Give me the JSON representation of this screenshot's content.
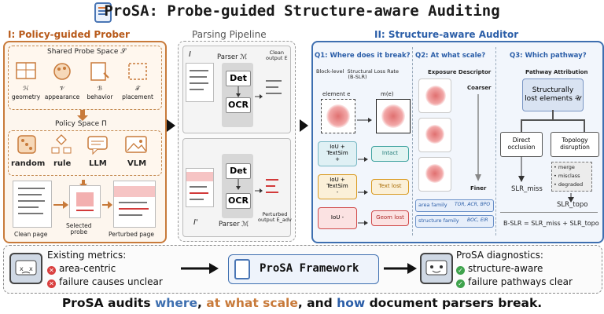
{
  "title": "ProSA: Probe-guided Structure-aware Auditing",
  "prober": {
    "heading": "I: Policy-guided Prober",
    "shared_space": "Shared Probe Space 𝒮",
    "factors": [
      {
        "symbol": "ℋ",
        "name": "geometry"
      },
      {
        "symbol": "𝒱",
        "name": "appearance"
      },
      {
        "symbol": "ℬ",
        "name": "behavior"
      },
      {
        "symbol": "𝒯",
        "name": "placement"
      }
    ],
    "policy_space": "Policy Space Π",
    "policies": [
      "random",
      "rule",
      "LLM",
      "VLM"
    ],
    "clean_page": "Clean page",
    "selected_probe": "Selected\nprobe",
    "perturbed_page": "Perturbed page"
  },
  "pipeline": {
    "heading": "Parsing Pipeline",
    "input_clean": "I",
    "input_perturbed": "I'",
    "parser_label": "Parser ℳ",
    "det": "Det",
    "ocr": "OCR",
    "clean_output": "Clean\noutput E",
    "perturbed_output": "Perturbed\noutput E_adv"
  },
  "auditor": {
    "heading": "II: Structure-aware Auditor",
    "q1": {
      "title": "Q1: Where does it break?",
      "subtitle": "Block-level  Structural Loss Rate\n(B-SLR)",
      "element": "element e",
      "mapped": "m(e)",
      "rules": [
        {
          "cond": "IoU +\nTextSim\n+",
          "result": "Intact",
          "color": "#3fa3a0"
        },
        {
          "cond": "IoU +\nTextSim\n-",
          "result": "Text lost",
          "color": "#d99a20"
        },
        {
          "cond": "IoU -",
          "result": "Geom lost",
          "color": "#d04a4a"
        }
      ]
    },
    "q2": {
      "title": "Q2: At what scale?",
      "descriptor": "Exposure Descriptor",
      "coarser": "Coarser",
      "finer": "Finer",
      "families": [
        {
          "name": "area family",
          "metrics": "TOR, ACR, BPO"
        },
        {
          "name": "structure family",
          "metrics": "BOC, EIR"
        }
      ]
    },
    "q3": {
      "title": "Q3: Which pathway?",
      "attribution": "Pathway Attribution",
      "lost": "Structurally\nlost elements 𝒰",
      "direct": "Direct\nocclusion",
      "topology": "Topology\ndisruption",
      "topo_items": [
        "merge",
        "misclass",
        "degraded"
      ],
      "slr_miss": "SLR_miss",
      "slr_topo": "SLR_topo",
      "formula": "B-SLR = SLR_miss + SLR_topo"
    }
  },
  "bottom": {
    "existing_heading": "Existing metrics:",
    "existing_items": [
      "area-centric",
      "failure causes  unclear"
    ],
    "framework": "ProSA Framework",
    "diag_heading": "ProSA diagnostics:",
    "diag_items": [
      "structure-aware",
      "failure pathways clear"
    ]
  },
  "footer": {
    "p1": "ProSA audits ",
    "where": "where",
    "p2": ", ",
    "scale": "at what scale",
    "p3": ", and ",
    "how": "how",
    "p4": " document parsers break."
  },
  "colors": {
    "orange": "#c87a3a",
    "blue": "#3e6fb0",
    "red": "#d23a3a",
    "green": "#3fa34d"
  }
}
